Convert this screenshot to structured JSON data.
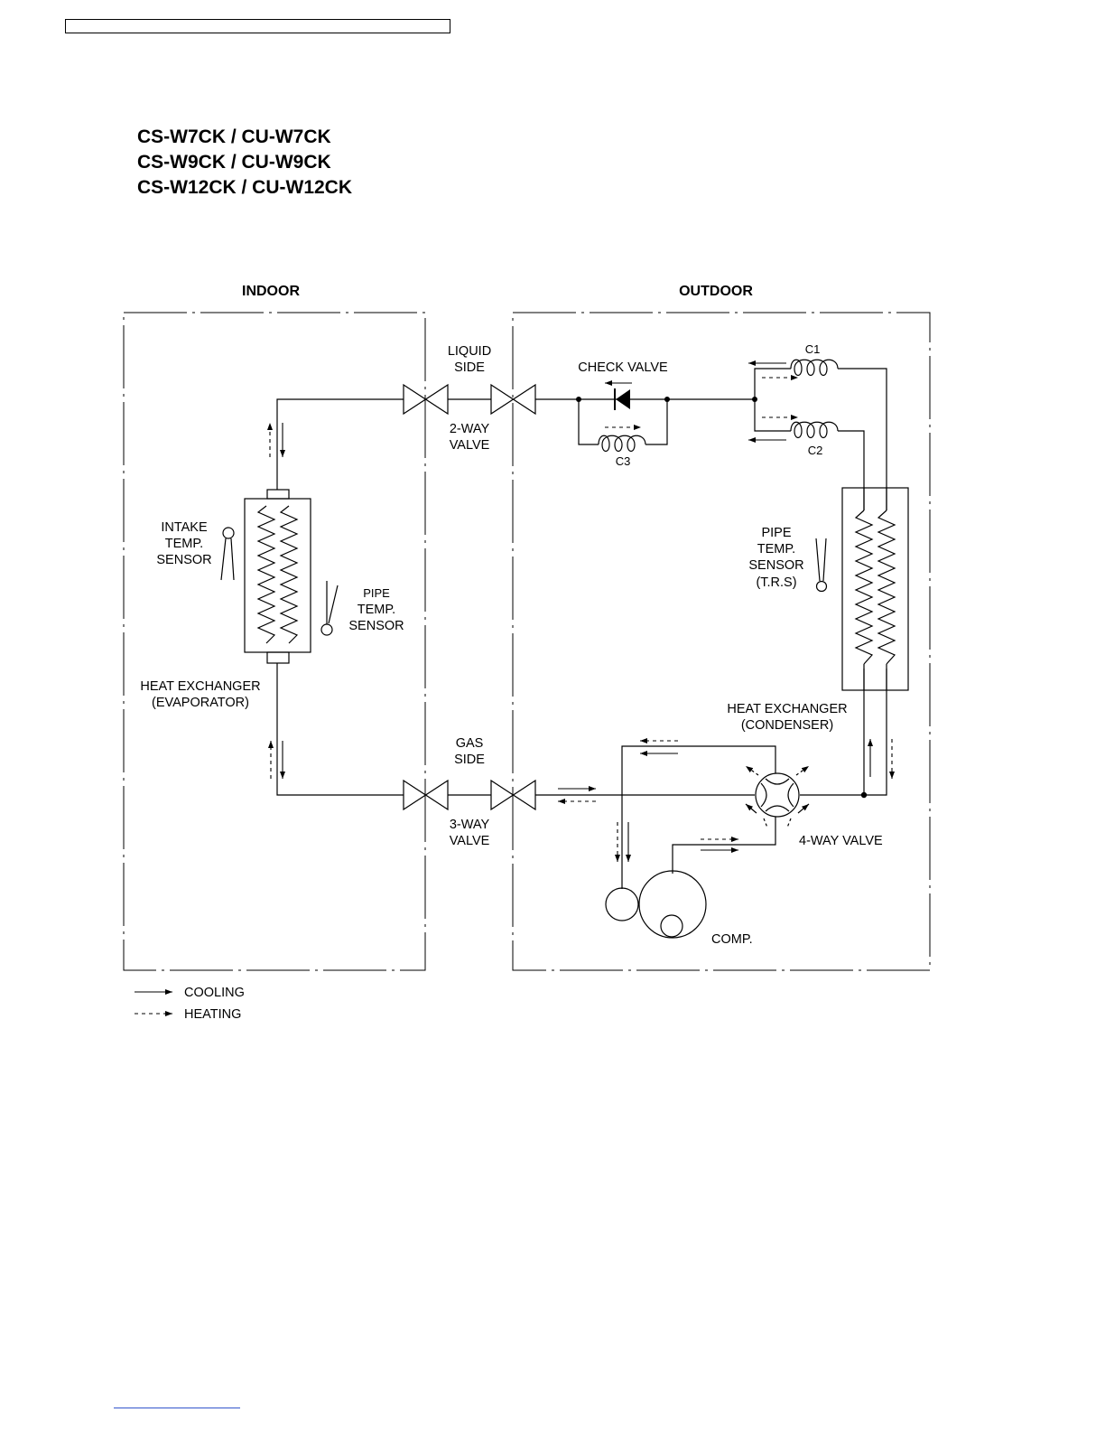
{
  "models": [
    "CS-W7CK / CU-W7CK",
    "CS-W9CK / CU-W9CK",
    "CS-W12CK / CU-W12CK"
  ],
  "diagram": {
    "indoor_title": "INDOOR",
    "outdoor_title": "OUTDOOR",
    "liquid_side": [
      "LIQUID",
      "SIDE"
    ],
    "two_way_valve": [
      "2-WAY",
      "VALVE"
    ],
    "gas_side": [
      "GAS",
      "SIDE"
    ],
    "three_way_valve": [
      "3-WAY",
      "VALVE"
    ],
    "check_valve": "CHECK VALVE",
    "c1": "C1",
    "c2": "C2",
    "c3": "C3",
    "intake_sensor": [
      "INTAKE",
      "TEMP.",
      "SENSOR"
    ],
    "indoor_pipe_sensor": [
      "PIPE",
      "TEMP.",
      "SENSOR"
    ],
    "evaporator": [
      "HEAT EXCHANGER",
      "(EVAPORATOR)"
    ],
    "outdoor_pipe_sensor": [
      "PIPE",
      "TEMP.",
      "SENSOR",
      "(T.R.S)"
    ],
    "condenser": [
      "HEAT EXCHANGER",
      "(CONDENSER)"
    ],
    "four_way_valve": "4-WAY VALVE",
    "compressor": "COMP."
  },
  "legend": {
    "cooling": "COOLING",
    "heating": "HEATING"
  }
}
